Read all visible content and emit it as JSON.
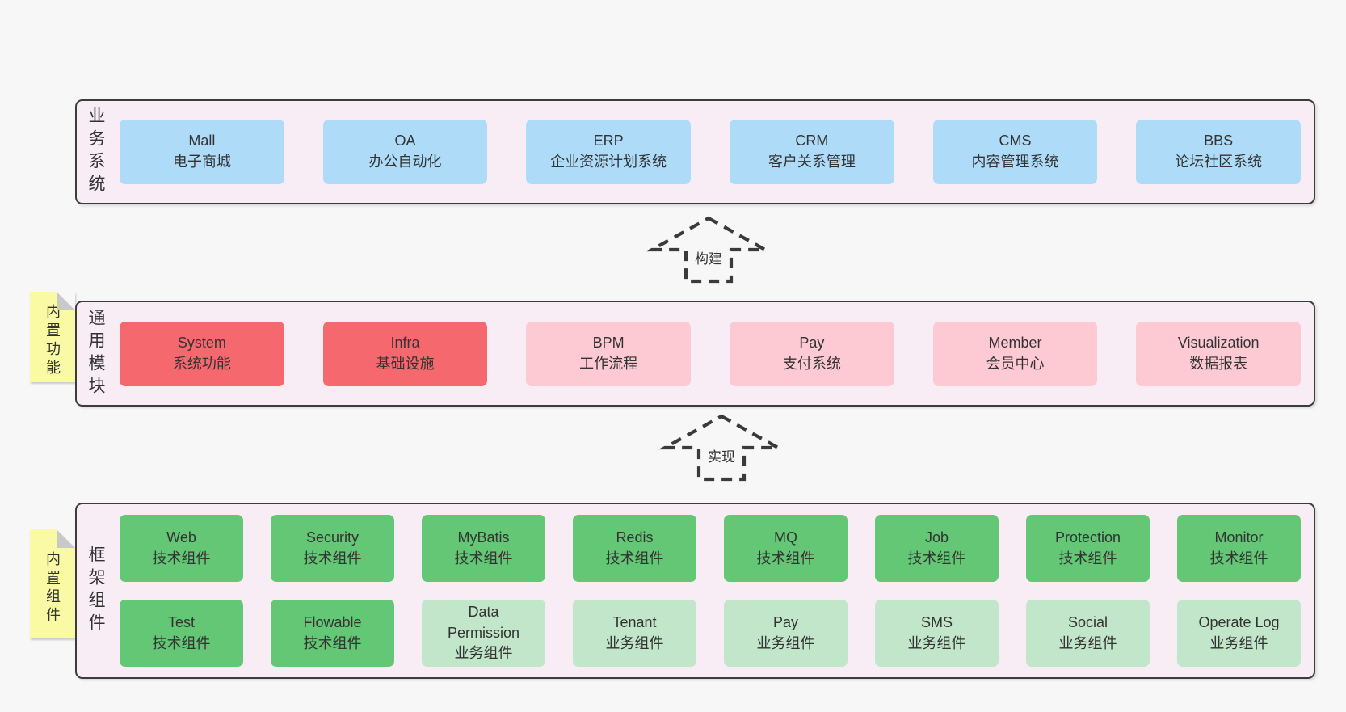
{
  "palette": {
    "page_bg": "#f7f7f7",
    "panel_bg": "#f8edf5",
    "panel_border": "#3c3c3c",
    "blue": "#aedcf8",
    "red": "#f5696e",
    "pink": "#fdc9d3",
    "green": "#63c775",
    "lightgreen": "#c1e6c9",
    "tab_yellow": "#fafaa5",
    "fold_gray": "#c9c9c9",
    "text": "#333333"
  },
  "arrows": [
    {
      "label": "构建"
    },
    {
      "label": "实现"
    }
  ],
  "sections": [
    {
      "name": "business-systems",
      "label": "业务系统",
      "tab": null,
      "rows": [
        [
          {
            "title": "Mall",
            "subtitle": "电子商城",
            "variant": "blue"
          },
          {
            "title": "OA",
            "subtitle": "办公自动化",
            "variant": "blue"
          },
          {
            "title": "ERP",
            "subtitle": "企业资源计划系统",
            "variant": "blue"
          },
          {
            "title": "CRM",
            "subtitle": "客户关系管理",
            "variant": "blue"
          },
          {
            "title": "CMS",
            "subtitle": "内容管理系统",
            "variant": "blue"
          },
          {
            "title": "BBS",
            "subtitle": "论坛社区系统",
            "variant": "blue"
          }
        ]
      ]
    },
    {
      "name": "common-modules",
      "label": "通用模块",
      "tab": "内置功能",
      "rows": [
        [
          {
            "title": "System",
            "subtitle": "系统功能",
            "variant": "red"
          },
          {
            "title": "Infra",
            "subtitle": "基础设施",
            "variant": "red"
          },
          {
            "title": "BPM",
            "subtitle": "工作流程",
            "variant": "pink"
          },
          {
            "title": "Pay",
            "subtitle": "支付系统",
            "variant": "pink"
          },
          {
            "title": "Member",
            "subtitle": "会员中心",
            "variant": "pink"
          },
          {
            "title": "Visualization",
            "subtitle": "数据报表",
            "variant": "pink"
          }
        ]
      ]
    },
    {
      "name": "framework-components",
      "label": "框架组件",
      "tab": "内置组件",
      "rows": [
        [
          {
            "title": "Web",
            "subtitle": "技术组件",
            "variant": "green"
          },
          {
            "title": "Security",
            "subtitle": "技术组件",
            "variant": "green"
          },
          {
            "title": "MyBatis",
            "subtitle": "技术组件",
            "variant": "green"
          },
          {
            "title": "Redis",
            "subtitle": "技术组件",
            "variant": "green"
          },
          {
            "title": "MQ",
            "subtitle": "技术组件",
            "variant": "green"
          },
          {
            "title": "Job",
            "subtitle": "技术组件",
            "variant": "green"
          },
          {
            "title": "Protection",
            "subtitle": "技术组件",
            "variant": "green"
          },
          {
            "title": "Monitor",
            "subtitle": "技术组件",
            "variant": "green"
          }
        ],
        [
          {
            "title": "Test",
            "subtitle": "技术组件",
            "variant": "green"
          },
          {
            "title": "Flowable",
            "subtitle": "技术组件",
            "variant": "green"
          },
          {
            "title": "Data Permission",
            "subtitle": "业务组件",
            "variant": "lightgreen"
          },
          {
            "title": "Tenant",
            "subtitle": "业务组件",
            "variant": "lightgreen"
          },
          {
            "title": "Pay",
            "subtitle": "业务组件",
            "variant": "lightgreen"
          },
          {
            "title": "SMS",
            "subtitle": "业务组件",
            "variant": "lightgreen"
          },
          {
            "title": "Social",
            "subtitle": "业务组件",
            "variant": "lightgreen"
          },
          {
            "title": "Operate Log",
            "subtitle": "业务组件",
            "variant": "lightgreen"
          }
        ]
      ]
    }
  ]
}
